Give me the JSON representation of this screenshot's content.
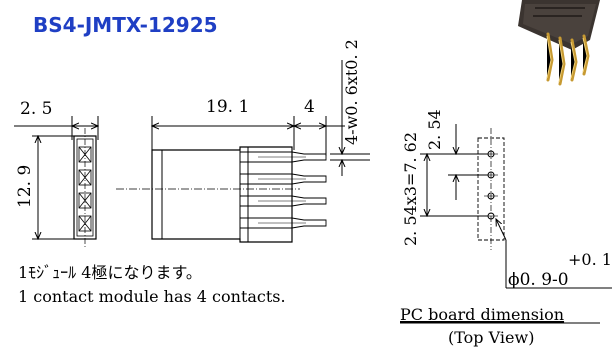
{
  "title": "BS4-JMTX-12925",
  "colors": {
    "title": "#1f3fc4",
    "line": "#000000",
    "gold": "#c79a32",
    "connector": "#3b3430"
  },
  "dimensions": {
    "width_left": "2. 5",
    "height_left": "12. 9",
    "body_length": "19. 1",
    "pin_length": "4",
    "pin_size": "4-w0. 6xt0. 2",
    "pitch": "2. 54",
    "pitch_total": "2. 54x3=7. 62",
    "hole_tol": "+0. 1",
    "hole_dia": "ϕ0. 9-0"
  },
  "notes": {
    "jp": "1ﾓｼﾞｭｰﾙ 4極になります。",
    "en": "1 contact module has 4 contacts."
  },
  "pcb": {
    "caption": "PC board dimension",
    "view": "(Top View)"
  }
}
